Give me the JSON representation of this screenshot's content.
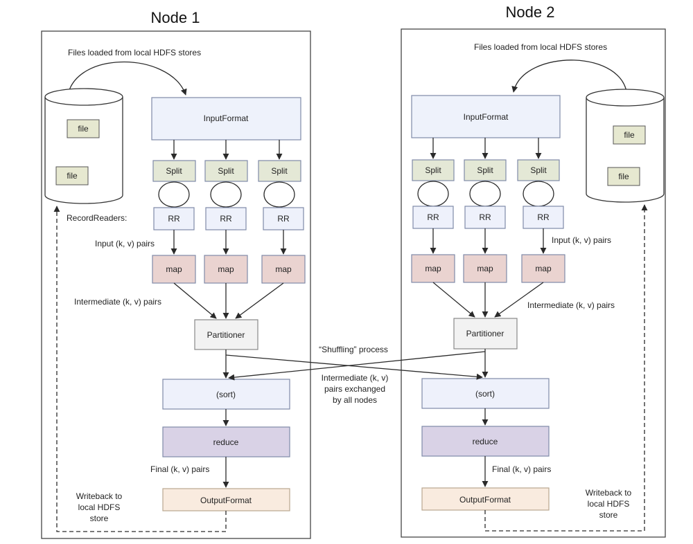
{
  "colors": {
    "input_format": "#eef2fb",
    "split": "#e4e8d6",
    "record_reader": "#eef1fb",
    "map": "#ead3d0",
    "partitioner": "#f2f2f2",
    "sort": "#eef1fb",
    "reduce": "#d9d2e6",
    "output_format": "#f9ebdf",
    "file": "#e6e8d0"
  },
  "node1": {
    "title": "Node 1",
    "files_loaded": "Files loaded from local HDFS stores",
    "file_label_a": "file",
    "file_label_b": "file",
    "input_format": "InputFormat",
    "split_1": "Split",
    "split_2": "Split",
    "split_3": "Split",
    "record_readers": "RecordReaders:",
    "rr_1": "RR",
    "rr_2": "RR",
    "rr_3": "RR",
    "input_pairs": "Input (k, v) pairs",
    "map_1": "map",
    "map_2": "map",
    "map_3": "map",
    "intermediate_pairs": "Intermediate (k, v) pairs",
    "partitioner": "Partitioner",
    "sort": "(sort)",
    "reduce": "reduce",
    "final_pairs": "Final (k, v) pairs",
    "output_format": "OutputFormat",
    "writeback_1": "Writeback to",
    "writeback_2": "local HDFS",
    "writeback_3": "store"
  },
  "node2": {
    "title": "Node 2",
    "files_loaded": "Files loaded from local HDFS stores",
    "file_label_a": "file",
    "file_label_b": "file",
    "input_format": "InputFormat",
    "split_1": "Split",
    "split_2": "Split",
    "split_3": "Split",
    "rr_1": "RR",
    "rr_2": "RR",
    "rr_3": "RR",
    "input_pairs": "Input (k, v) pairs",
    "map_1": "map",
    "map_2": "map",
    "map_3": "map",
    "intermediate_pairs": "Intermediate (k, v) pairs",
    "partitioner": "Partitioner",
    "sort": "(sort)",
    "reduce": "reduce",
    "final_pairs": "Final (k, v) pairs",
    "output_format": "OutputFormat",
    "writeback_1": "Writeback to",
    "writeback_2": "local HDFS",
    "writeback_3": "store"
  },
  "shuffle": {
    "title": "“Shuffling” process",
    "line_1": "Intermediate (k, v)",
    "line_2": "pairs exchanged",
    "line_3": "by all nodes"
  }
}
